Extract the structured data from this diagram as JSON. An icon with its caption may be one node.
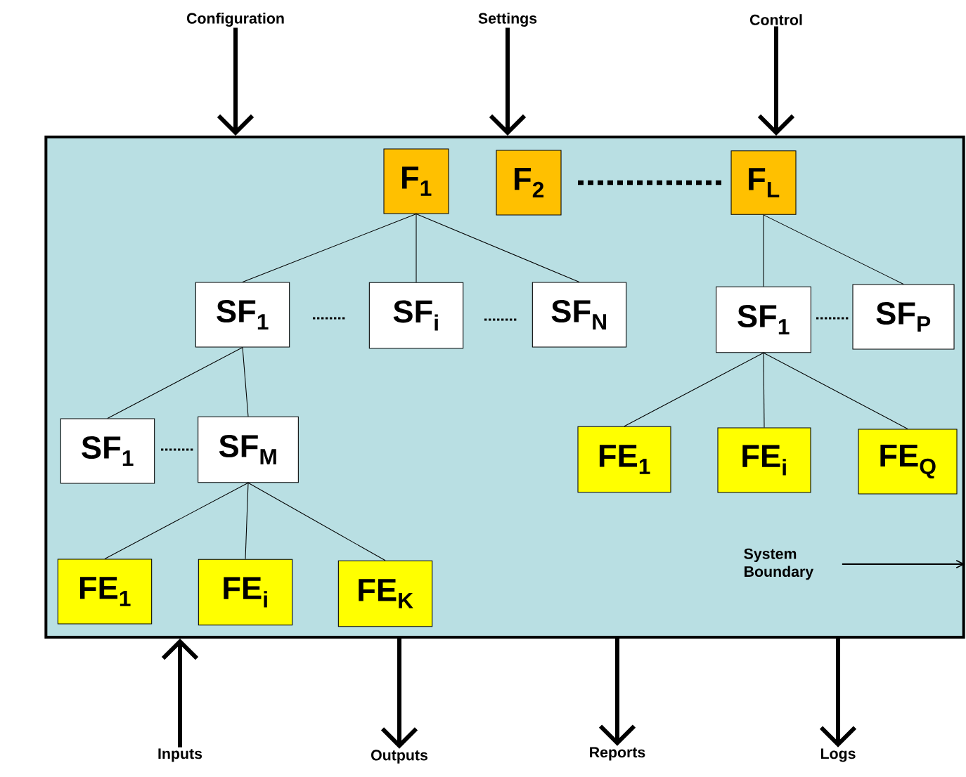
{
  "diagram": {
    "nodes": [
      {
        "text": [],
        "shape": "box"
      },
      {
        "text": [
          "Configuration"
        ]
      },
      {
        "text": [
          "Settings"
        ]
      },
      {
        "text": [
          "Control"
        ]
      },
      {
        "text": [
          "Inputs"
        ]
      },
      {
        "text": [
          "Outputs"
        ]
      },
      {
        "text": [
          "Reports"
        ]
      },
      {
        "text": [
          "Logs"
        ]
      },
      {
        "text": [
          "F$_{1}$"
        ],
        "in": 0
      },
      {
        "text": [
          "F$_{2}$"
        ],
        "in": 0
      },
      {
        "text": [
          "F$_{L}$"
        ],
        "in": 0
      },
      {
        "text": [
          "SF$_{1}$"
        ],
        "in": 0
      },
      {
        "text": [
          "SF$_{i}$"
        ],
        "in": 0
      },
      {
        "text": [
          "SF$_{N}$"
        ],
        "in": 0
      },
      {
        "text": [
          "SF$_{1}$"
        ],
        "in": 0
      },
      {
        "text": [
          "SF$_{P}$"
        ],
        "in": 0
      },
      {
        "text": [
          "SF$_{1}$"
        ],
        "in": 0
      },
      {
        "text": [
          "SF$_{M}$"
        ],
        "in": 0
      },
      {
        "text": [
          "FE$_{1}$"
        ],
        "in": 0
      },
      {
        "text": [
          "FE$_{i}$"
        ],
        "in": 0
      },
      {
        "text": [
          "FE$_{Q}$"
        ],
        "in": 0
      },
      {
        "text": [
          "FE$_{1}$"
        ],
        "in": 0
      },
      {
        "text": [
          "FE$_{i}$"
        ],
        "in": 0
      },
      {
        "text": [
          "FE$_{K}$"
        ],
        "in": 0
      },
      {
        "text": [
          "System Boundary"
        ],
        "in": 0
      }
    ],
    "edges": [
      {
        "from": 1,
        "to": 0,
        "arrow": "to",
        "style": "thick"
      },
      {
        "from": 2,
        "to": 0,
        "arrow": "to",
        "style": "thick"
      },
      {
        "from": 3,
        "to": 0,
        "arrow": "to",
        "style": "thick"
      },
      {
        "from": 4,
        "to": 0,
        "arrow": "to",
        "style": "thick"
      },
      {
        "from": 0,
        "to": 5,
        "arrow": "to",
        "style": "thick"
      },
      {
        "from": 0,
        "to": 6,
        "arrow": "to",
        "style": "thick"
      },
      {
        "from": 0,
        "to": 7,
        "arrow": "to",
        "style": "thick"
      },
      {
        "from": 8,
        "to": 11,
        "arrow": "none"
      },
      {
        "from": 8,
        "to": 12,
        "arrow": "none"
      },
      {
        "from": 8,
        "to": 13,
        "arrow": "none"
      },
      {
        "from": 10,
        "to": 14,
        "arrow": "none"
      },
      {
        "from": 10,
        "to": 15,
        "arrow": "none"
      },
      {
        "from": 11,
        "to": 16,
        "arrow": "none"
      },
      {
        "from": 11,
        "to": 17,
        "arrow": "none"
      },
      {
        "from": 14,
        "to": 18,
        "arrow": "none"
      },
      {
        "from": 14,
        "to": 19,
        "arrow": "none"
      },
      {
        "from": 14,
        "to": 20,
        "arrow": "none"
      },
      {
        "from": 17,
        "to": 21,
        "arrow": "none"
      },
      {
        "from": 17,
        "to": 22,
        "arrow": "none"
      },
      {
        "from": 17,
        "to": 23,
        "arrow": "none"
      },
      {
        "from": 24,
        "to": 0,
        "arrow": "to"
      }
    ]
  }
}
